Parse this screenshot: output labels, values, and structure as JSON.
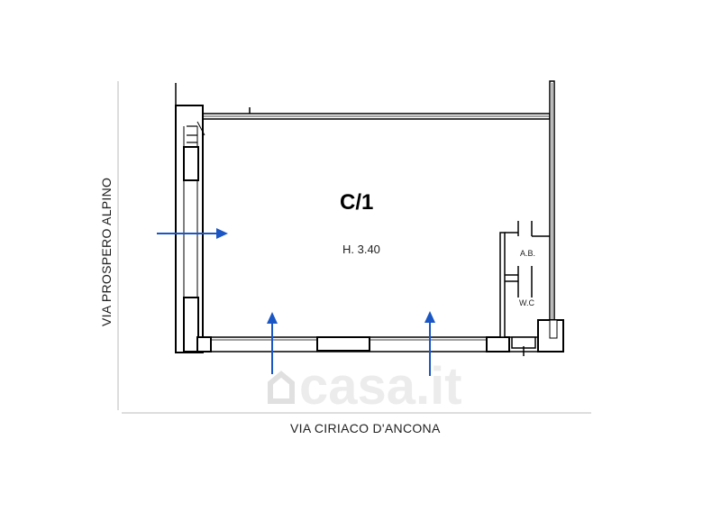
{
  "plan": {
    "room_label": "C/1",
    "height_label": "H. 3.40",
    "label_ab": "A.B.",
    "label_wc": "W.C"
  },
  "streets": {
    "bottom": "VIA CIRIACO D'ANCONA",
    "left": "VIA PROSPERO ALPINO"
  },
  "watermark": {
    "text": "casa.it"
  },
  "colors": {
    "arrow": "#1a56c4",
    "wall": "#000000"
  }
}
